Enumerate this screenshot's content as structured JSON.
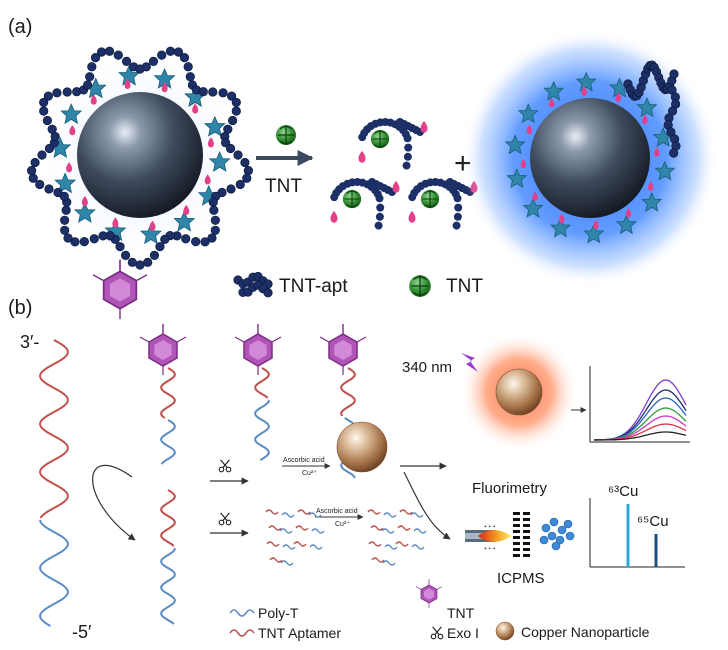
{
  "panel_a": {
    "label": "(a)",
    "arrow_label": "TNT",
    "plus": "+",
    "legend": {
      "aptamer": "TNT-apt",
      "tnt": "TNT"
    }
  },
  "panel_b": {
    "label": "(b)",
    "end_3": "3′-",
    "end_5": "-5′",
    "reagent_top": "Ascorbic acid",
    "cu_top": "Cu²⁺",
    "reagent_bottom": "Ascorbic acid",
    "cu_bottom": "Cu²⁺",
    "excitation": "340 nm",
    "fluorimetry": "Fluorimetry",
    "icpms": "ICPMS",
    "isotope_63": "⁶³Cu",
    "isotope_65": "⁶⁵Cu",
    "legend": {
      "poly_t": "Poly-T",
      "aptamer": "TNT Aptamer",
      "tnt": "TNT",
      "exo": "Exo I",
      "cunp": "Copper Nanoparticle"
    }
  },
  "colors": {
    "aptamer_red": "#c0504d",
    "poly_t_blue": "#5b8cc4",
    "tnt_purple": "#b054b8",
    "glow_blue": "#1f6bff",
    "dna_navy": "#1c2f66",
    "star_teal": "#2f86a8",
    "tnt_green": "#3c9a3c"
  }
}
